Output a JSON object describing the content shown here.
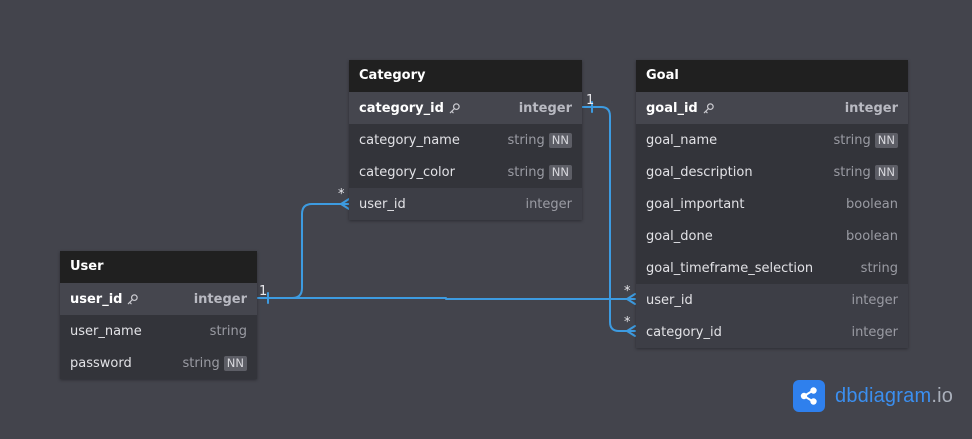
{
  "colors": {
    "background": "#43444c",
    "table_header": "#202020",
    "relation_line": "#3d9be0",
    "brand_blue": "#2f80ed"
  },
  "tables": {
    "category": {
      "name": "Category",
      "fields": [
        {
          "name": "category_id",
          "type": "integer",
          "pk": true,
          "nn": false
        },
        {
          "name": "category_name",
          "type": "string",
          "nn": true
        },
        {
          "name": "category_color",
          "type": "string",
          "nn": true
        },
        {
          "name": "user_id",
          "type": "integer",
          "fk": true,
          "nn": false
        }
      ]
    },
    "goal": {
      "name": "Goal",
      "fields": [
        {
          "name": "goal_id",
          "type": "integer",
          "pk": true,
          "nn": false
        },
        {
          "name": "goal_name",
          "type": "string",
          "nn": true
        },
        {
          "name": "goal_description",
          "type": "string",
          "nn": true
        },
        {
          "name": "goal_important",
          "type": "boolean",
          "nn": false
        },
        {
          "name": "goal_done",
          "type": "boolean",
          "nn": false
        },
        {
          "name": "goal_timeframe_selection",
          "type": "string",
          "nn": false
        },
        {
          "name": "user_id",
          "type": "integer",
          "fk": true,
          "nn": false
        },
        {
          "name": "category_id",
          "type": "integer",
          "fk": true,
          "nn": false
        }
      ]
    },
    "user": {
      "name": "User",
      "fields": [
        {
          "name": "user_id",
          "type": "integer",
          "pk": true,
          "nn": false
        },
        {
          "name": "user_name",
          "type": "string",
          "nn": false
        },
        {
          "name": "password",
          "type": "string",
          "nn": true
        }
      ]
    }
  },
  "nn_label": "NN",
  "icons": {
    "primary_key": "key-icon",
    "brand": "share-nodes-icon"
  },
  "relations": {
    "user_category": {
      "one": "1",
      "many": "*"
    },
    "user_goal": {
      "one": "1",
      "many": "*"
    },
    "category_goal": {
      "one": "1",
      "many": "*"
    }
  },
  "brand": {
    "name": "dbdiagram",
    "suffix": ".io"
  }
}
